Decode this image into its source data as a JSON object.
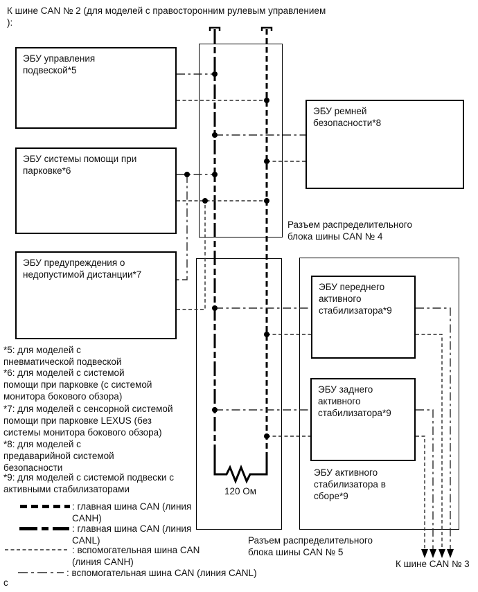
{
  "title": [
    "К шине CAN № 2 (для моделей с правосторонним рулевым управлением",
    "):"
  ],
  "boxes": {
    "suspension": [
      "ЭБУ управления",
      "подвеской*5"
    ],
    "parking": [
      "ЭБУ системы помощи при",
      "парковке*6"
    ],
    "distance": [
      "ЭБУ предупреждения о",
      "недопустимой дистанции*7"
    ],
    "seatbelt": [
      "ЭБУ ремней",
      "безопасности*8"
    ],
    "front_stab": [
      "ЭБУ переднего",
      "активного",
      "стабилизатора*9"
    ],
    "rear_stab": [
      "ЭБУ заднего",
      "активного",
      "стабилизатора*9"
    ],
    "stab_assembly": [
      "ЭБУ активного",
      "стабилизатора в",
      "сборе*9"
    ]
  },
  "captions": {
    "can4": [
      "Разъем распределительного",
      "блока шины CAN № 4"
    ],
    "can5": [
      "Разъем распределительного",
      "блока шины CAN № 5"
    ],
    "resistor_value": "120 Ом",
    "to_can3": "К шине CAN № 3",
    "page_letter": "с"
  },
  "footnotes": [
    [
      "*5: для моделей с",
      "пневматической подвеской"
    ],
    [
      "*6: для моделей с системой",
      "помощи при парковке (с системой",
      "монитора бокового обзора)"
    ],
    [
      "*7: для моделей с сенсорной системой",
      "помощи при парковке LEXUS (без",
      "системы монитора бокового обзора)"
    ],
    [
      "*8: для моделей с",
      "предаварийной системой",
      "безопасности"
    ],
    [
      "*9: для моделей с системой подвески с",
      "активными стабилизаторами"
    ]
  ],
  "legend": [
    {
      "id": "main-can-canh",
      "label": [
        ": главная шина CAN (линия",
        "CANH)"
      ]
    },
    {
      "id": "main-can-canl",
      "label": [
        ": главная шина CAN (линия",
        "CANL)"
      ]
    },
    {
      "id": "aux-can-canh",
      "label": [
        ": вспомогательная шина CAN",
        "(линия CANH)"
      ]
    },
    {
      "id": "aux-can-canl",
      "label": [
        ": вспомогательная шина CAN (линия CANL)"
      ]
    }
  ],
  "colors": {
    "line": "#000000",
    "background": "#ffffff"
  }
}
